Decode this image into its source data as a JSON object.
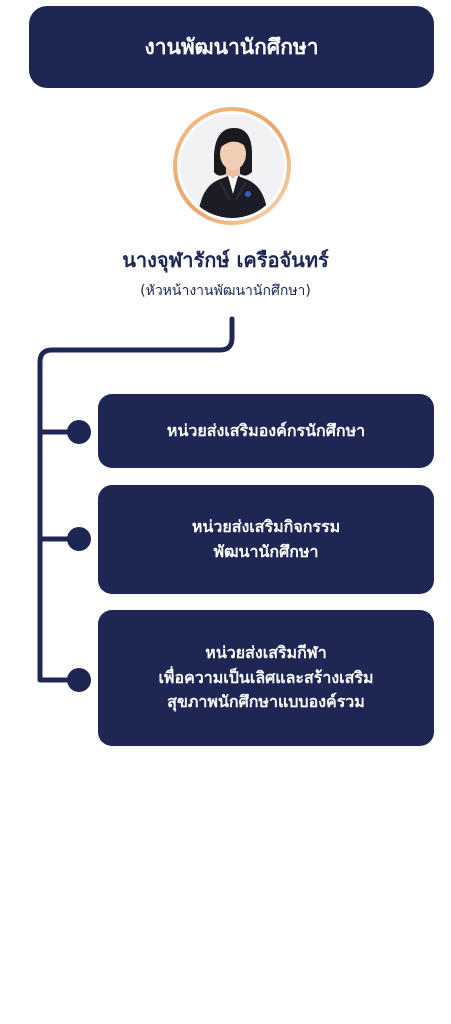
{
  "header": {
    "title": "งานพัฒนานักศึกษา"
  },
  "head_person": {
    "name": "นางจุฬารักษ์ เครือจันทร์",
    "role": "(หัวหน้างานพัฒนานักศึกษา)",
    "avatar_icon": "person-photo"
  },
  "units": [
    {
      "lines": [
        "หน่วยส่งเสริมองค์กรนักศึกษา"
      ]
    },
    {
      "lines": [
        "หน่วยส่งเสริมกิจกรรม",
        "พัฒนานักศึกษา"
      ]
    },
    {
      "lines": [
        "หน่วยส่งเสริมกีฬา",
        "เพื่อความเป็นเลิศและสร้างเสริม",
        "สุขภาพนักศึกษาแบบองค์รวม"
      ]
    }
  ],
  "colors": {
    "navy": "#1e2754",
    "ring": "#e9a56a",
    "background": "#ffffff"
  }
}
